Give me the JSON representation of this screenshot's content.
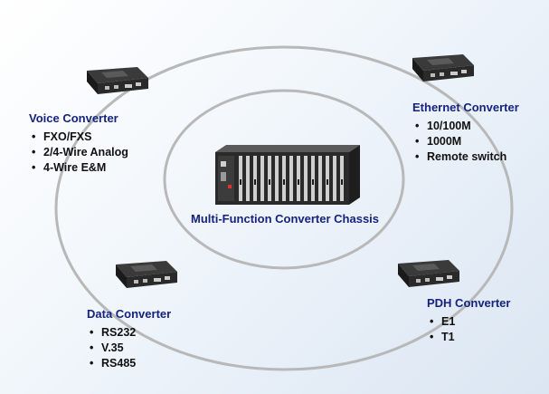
{
  "chassis": {
    "label": "Multi-Function Converter Chassis"
  },
  "converters": [
    {
      "id": "voice",
      "title": "Voice Converter",
      "items": [
        "FXO/FXS",
        "2/4-Wire Analog",
        "4-Wire E&M"
      ]
    },
    {
      "id": "ethernet",
      "title": "Ethernet Converter",
      "items": [
        "10/100M",
        "1000M",
        "Remote switch"
      ]
    },
    {
      "id": "data",
      "title": "Data Converter",
      "items": [
        "RS232",
        "V.35",
        "RS485"
      ]
    },
    {
      "id": "pdh",
      "title": "PDH Converter",
      "items": [
        "E1",
        "T1"
      ]
    }
  ],
  "colors": {
    "title_text": "#15237f",
    "item_text": "#111111",
    "ring": "#b8b8b8",
    "background": "#e6eef7"
  }
}
